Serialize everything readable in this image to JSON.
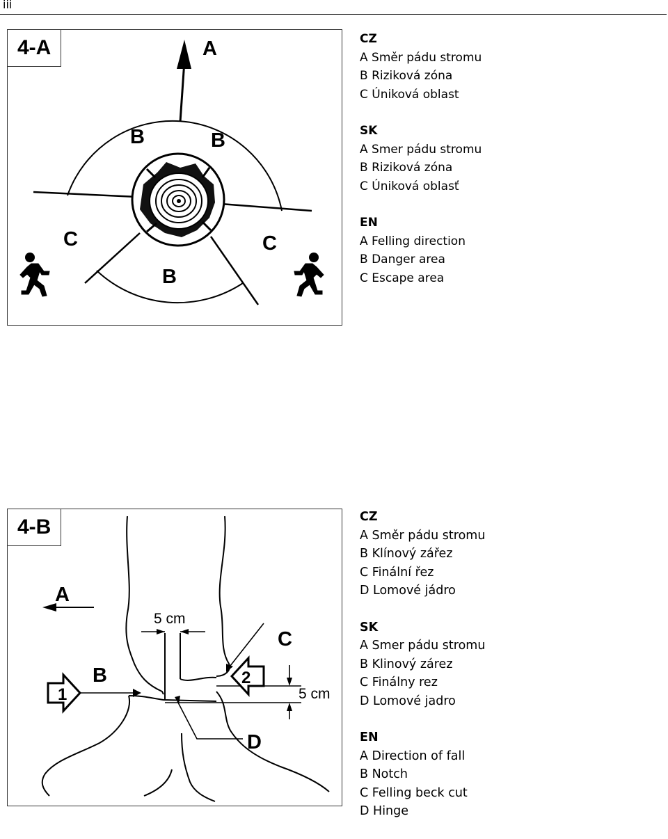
{
  "page_number": "iii",
  "figure_a": {
    "tag": "4-A",
    "labels": {
      "a": "A",
      "b1": "B",
      "b2": "B",
      "b3": "B",
      "c1": "C",
      "c2": "C"
    },
    "legend": [
      {
        "code": "CZ",
        "items": [
          "A Směr pádu stromu",
          "B Riziková zóna",
          "C Úniková oblast"
        ]
      },
      {
        "code": "SK",
        "items": [
          "A Smer pádu stromu",
          "B Riziková zóna",
          "C Úniková oblasť"
        ]
      },
      {
        "code": "EN",
        "items": [
          "A Felling direction",
          "B Danger area",
          "C Escape area"
        ]
      }
    ]
  },
  "figure_b": {
    "tag": "4-B",
    "labels": {
      "a": "A",
      "b": "B",
      "c": "C",
      "d": "D",
      "one": "1",
      "two": "2",
      "notch_width": "5 cm",
      "notch_height": "5 cm"
    },
    "legend": [
      {
        "code": "CZ",
        "items": [
          "A Směr pádu stromu",
          "B Klínový zářez",
          "C Finální řez",
          "D Lomové jádro"
        ]
      },
      {
        "code": "SK",
        "items": [
          "A Smer pádu stromu",
          "B Klinový zárez",
          "C Finálny rez",
          "D Lomové jadro"
        ]
      },
      {
        "code": "EN",
        "items": [
          "A Direction of fall",
          "B Notch",
          "C Felling beck cut",
          "D Hinge"
        ]
      }
    ]
  }
}
